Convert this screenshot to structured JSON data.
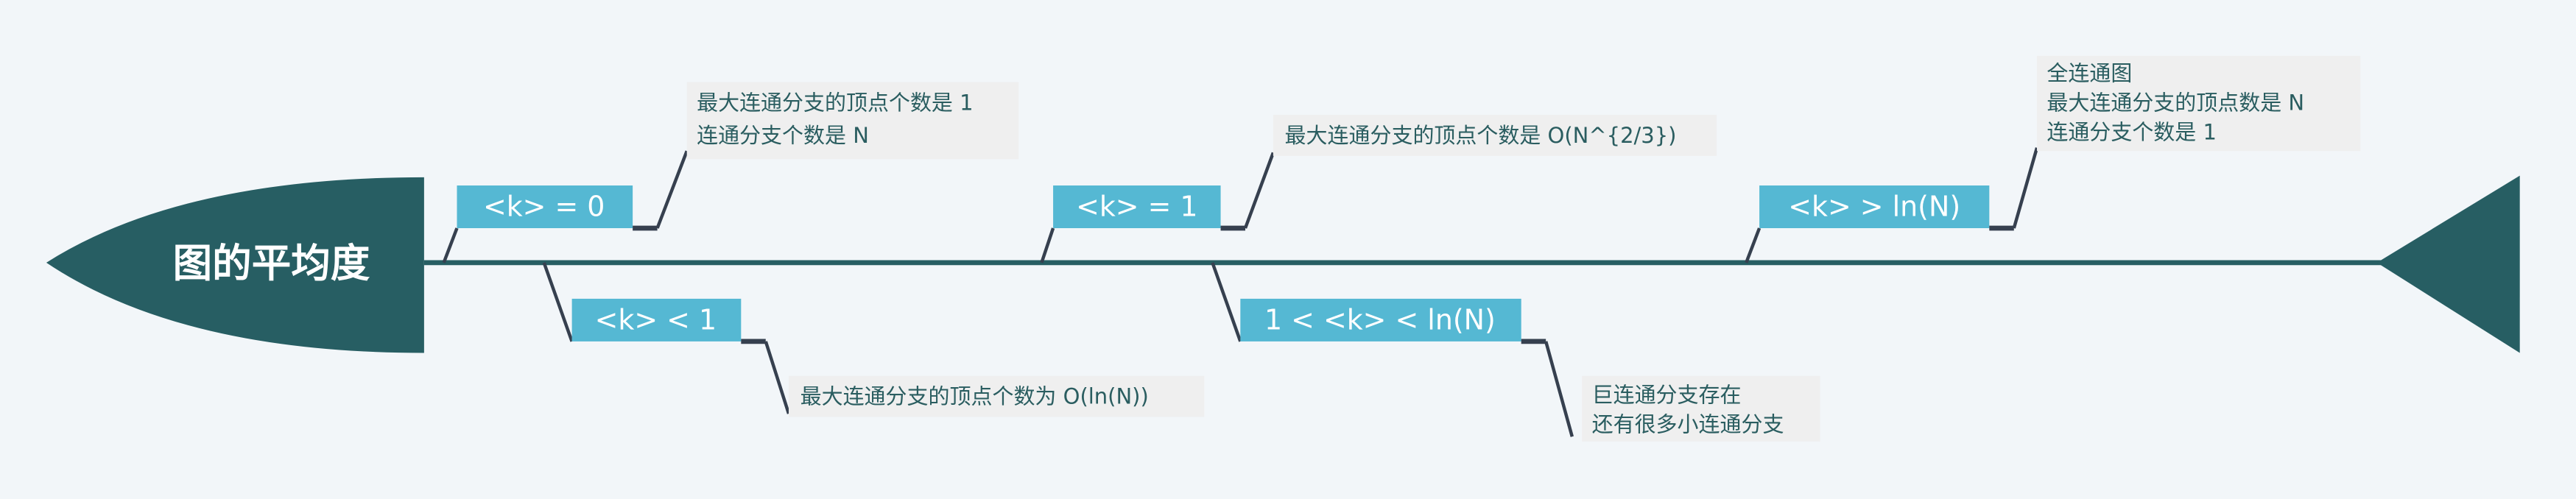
{
  "title": "图的平均度",
  "colors": {
    "background": "#f2f6f9",
    "spine": "#275e63",
    "box": "#55b8d3",
    "connector": "#36404f",
    "note_bg": "#efefef",
    "note_text": "#2a5d60"
  },
  "branches": [
    {
      "label": "<k> = 0",
      "note": [
        "最大连通分支的顶点个数是 1",
        "连通分支个数是 N"
      ]
    },
    {
      "label": "<k> < 1",
      "note": [
        "最大连通分支的顶点个数为 O(ln(N))"
      ]
    },
    {
      "label": "<k> = 1",
      "note": [
        "最大连通分支的顶点个数是 O(N^{2/3})"
      ]
    },
    {
      "label": "1 < <k> < ln(N)",
      "note": [
        "巨连通分支存在",
        "还有很多小连通分支"
      ]
    },
    {
      "label": "<k> > ln(N)",
      "note": [
        "全连通图",
        "最大连通分支的顶点数是 N",
        "连通分支个数是 1"
      ]
    }
  ]
}
